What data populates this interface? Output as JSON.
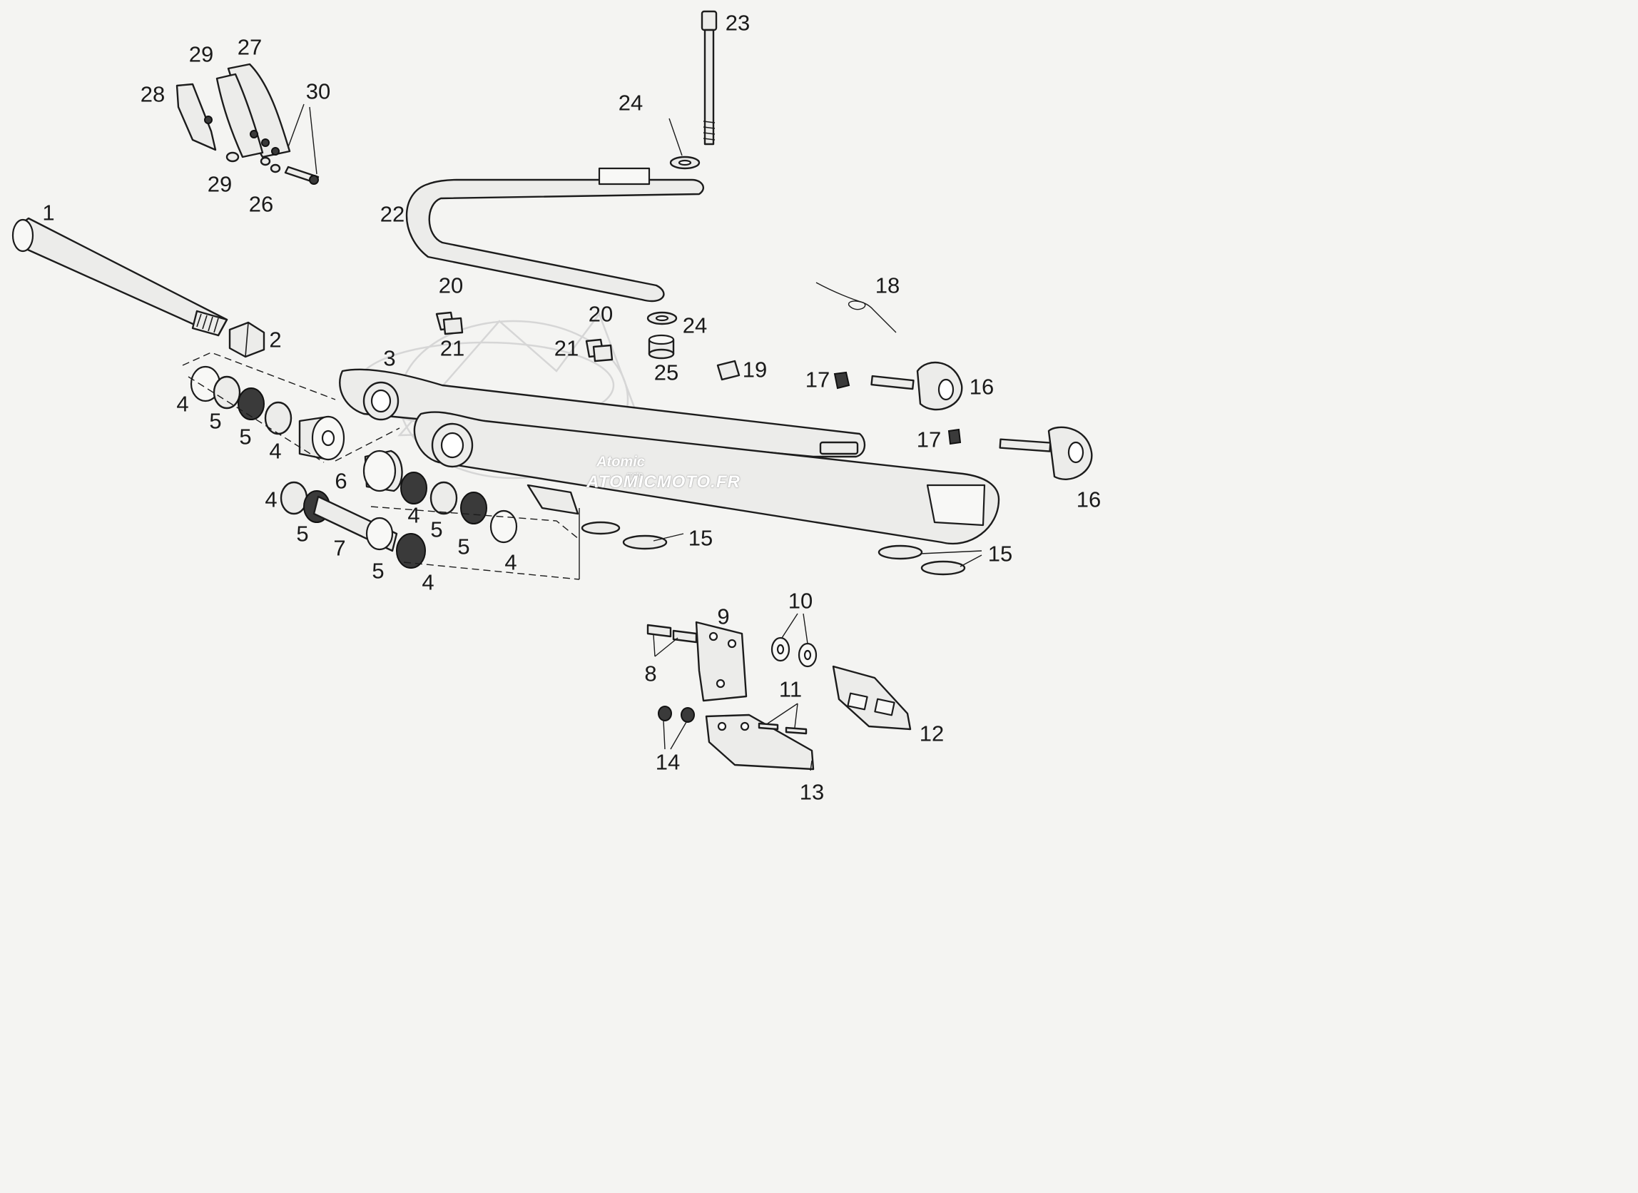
{
  "diagram": {
    "parts": [
      {
        "id": "swingarm-axle",
        "number": "1"
      },
      {
        "id": "axle-nut",
        "number": "2"
      },
      {
        "id": "swingarm",
        "number": "3"
      },
      {
        "id": "bushing",
        "number": "4"
      },
      {
        "id": "needle-bearing",
        "number": "5"
      },
      {
        "id": "spacer",
        "number": "6"
      },
      {
        "id": "inner-sleeve",
        "number": "7"
      },
      {
        "id": "guide-bolt",
        "number": "8"
      },
      {
        "id": "chain-guide-bracket",
        "number": "9"
      },
      {
        "id": "washer",
        "number": "10"
      },
      {
        "id": "guide-screw",
        "number": "11"
      },
      {
        "id": "chain-guide-slider",
        "number": "12"
      },
      {
        "id": "chain-guide-lower",
        "number": "13"
      },
      {
        "id": "guide-nut",
        "number": "14"
      },
      {
        "id": "dust-cap",
        "number": "15"
      },
      {
        "id": "chain-adjuster",
        "number": "16"
      },
      {
        "id": "adjuster-nut",
        "number": "17"
      },
      {
        "id": "clip",
        "number": "18"
      },
      {
        "id": "chain-roller",
        "number": "19"
      },
      {
        "id": "grease-nipple",
        "number": "20"
      },
      {
        "id": "nipple-base",
        "number": "21"
      },
      {
        "id": "chain-slider-arm",
        "number": "22"
      },
      {
        "id": "slider-bolt",
        "number": "23"
      },
      {
        "id": "slider-washer",
        "number": "24"
      },
      {
        "id": "slider-bush",
        "number": "25"
      },
      {
        "id": "bracket-bolt",
        "number": "26"
      },
      {
        "id": "chain-guard-bracket",
        "number": "27"
      },
      {
        "id": "guard-plate",
        "number": "28"
      },
      {
        "id": "guard-nut",
        "number": "29"
      },
      {
        "id": "guard-screw",
        "number": "30"
      }
    ]
  },
  "watermark": {
    "brand": "Atomic",
    "sub": "moto",
    "url": "ATOMICMOTO.FR"
  }
}
